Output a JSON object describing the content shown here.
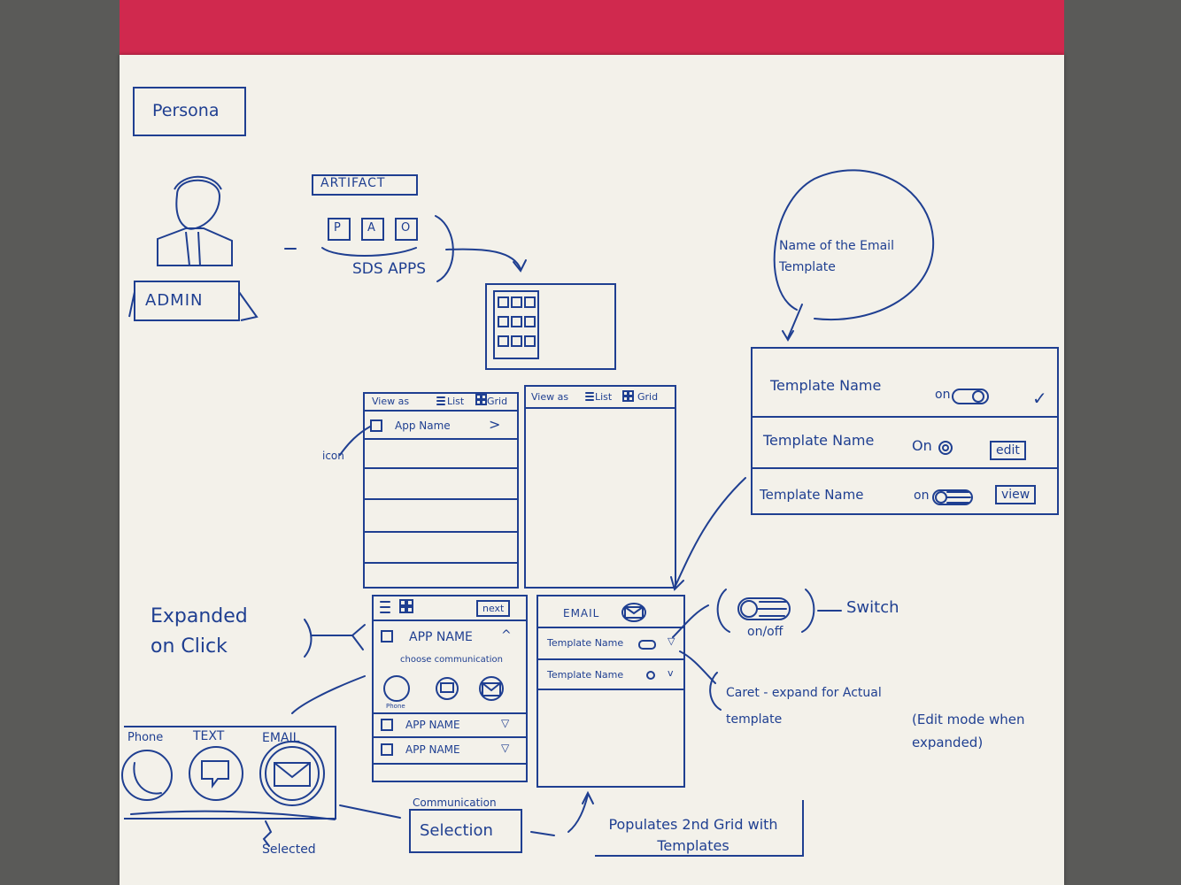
{
  "persona": {
    "label": "Persona",
    "role": "ADMIN"
  },
  "artifact": {
    "label": "ARTIFACT",
    "apps": [
      "P",
      "A",
      "O"
    ],
    "group_label": "SDS APPS"
  },
  "list_view": {
    "header": "View as",
    "list_label": "List",
    "grid_label": "Grid",
    "first_row": "App Name",
    "icon_note": "icon"
  },
  "grid_view": {
    "header": "View as",
    "list_label": "List",
    "grid_label": "Grid"
  },
  "template_detail": {
    "note": "Name of the Email Template",
    "rows": [
      {
        "name": "Template Name",
        "state": "on",
        "action": ""
      },
      {
        "name": "Template Name",
        "state": "On",
        "action": "edit"
      },
      {
        "name": "Template Name",
        "state": "on",
        "action": "view"
      }
    ]
  },
  "expanded_panel": {
    "note": "Expanded on Click",
    "next_label": "next",
    "app_name": "APP NAME",
    "choose_label": "choose communication",
    "comm_icons": [
      "Phone",
      "",
      ""
    ],
    "rows": [
      "APP NAME",
      "APP NAME"
    ]
  },
  "email_panel": {
    "header": "EMAIL",
    "rows": [
      "Template Name",
      "Template Name"
    ]
  },
  "switch_note": {
    "state": "on/off",
    "label": "Switch"
  },
  "caret_note": "Caret - expand for Actual template",
  "edit_note": "(Edit mode when expanded)",
  "comm_selection": {
    "options": [
      "Phone",
      "TEXT",
      "EMAIL"
    ],
    "selected_note": "Selected",
    "communication_label": "Communication",
    "selection_label": "Selection",
    "populates_note": "Populates 2nd Grid with Templates"
  },
  "colors": {
    "ink": "#1f3f91",
    "paper": "#f3f1ea",
    "strip": "#d0294e",
    "background": "#5a5a58"
  }
}
